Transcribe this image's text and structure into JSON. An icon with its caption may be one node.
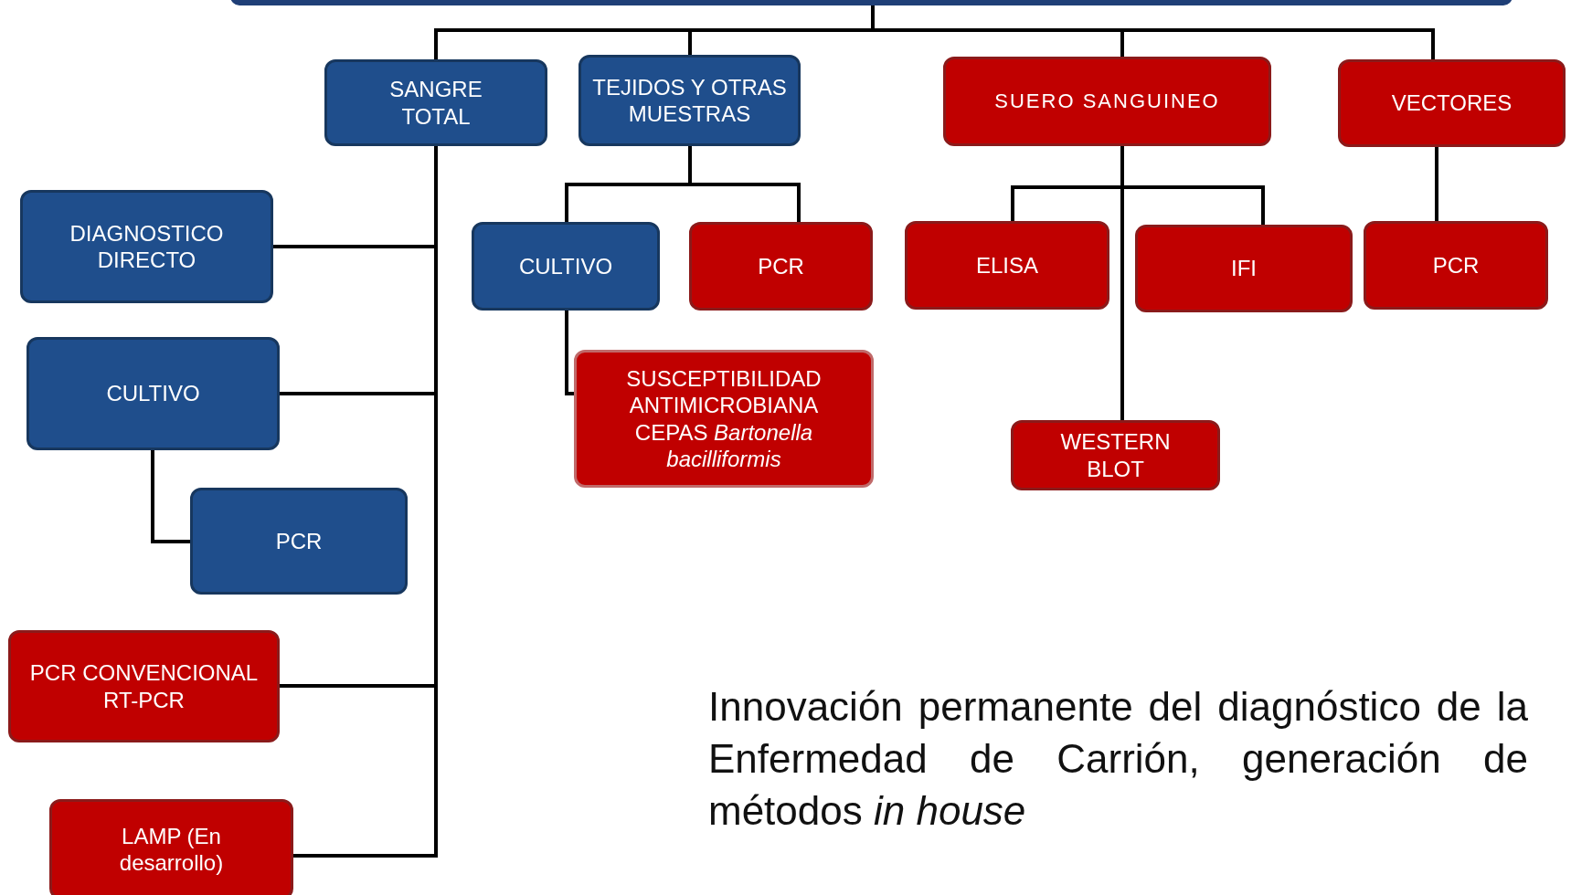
{
  "diagram": {
    "nodes": [
      {
        "text": [],
        "shape": "bar"
      },
      {
        "text": [
          "SANGRE TOTAL"
        ]
      },
      {
        "text": [
          "TEJIDOS Y OTRAS MUESTRAS"
        ]
      },
      {
        "text": [
          "SUERO SANGUINEO"
        ]
      },
      {
        "text": [
          "VECTORES"
        ]
      },
      {
        "text": [
          "DIAGNOSTICO DIRECTO"
        ]
      },
      {
        "text": [
          "CULTIVO"
        ]
      },
      {
        "text": [
          "PCR"
        ]
      },
      {
        "text": [
          "PCR CONVENCIONAL RT-PCR"
        ]
      },
      {
        "text": [
          "LAMP (En desarrollo)"
        ]
      },
      {
        "text": [
          "CULTIVO"
        ]
      },
      {
        "text": [
          "PCR"
        ]
      },
      {
        "text": [
          "SUSCEPTIBILIDAD ANTIMICROBIANA CEPAS *Bartonella bacilliformis*"
        ]
      },
      {
        "text": [
          "ELISA"
        ]
      },
      {
        "text": [
          "IFI"
        ]
      },
      {
        "text": [
          "PCR"
        ]
      },
      {
        "text": [
          "WESTERN BLOT"
        ]
      }
    ],
    "edges": [
      {
        "from": 0,
        "to": 1,
        "arrow": "none"
      },
      {
        "from": 0,
        "to": 2,
        "arrow": "none"
      },
      {
        "from": 0,
        "to": 3,
        "arrow": "none"
      },
      {
        "from": 0,
        "to": 4,
        "arrow": "none"
      },
      {
        "from": 1,
        "to": 5,
        "arrow": "none"
      },
      {
        "from": 1,
        "to": 6,
        "arrow": "none"
      },
      {
        "from": 1,
        "to": 8,
        "arrow": "none"
      },
      {
        "from": 1,
        "to": 9,
        "arrow": "none"
      },
      {
        "from": 6,
        "to": 7,
        "arrow": "none"
      },
      {
        "from": 2,
        "to": 10,
        "arrow": "none"
      },
      {
        "from": 2,
        "to": 11,
        "arrow": "none"
      },
      {
        "from": 10,
        "to": 12,
        "arrow": "none"
      },
      {
        "from": 3,
        "to": 13,
        "arrow": "none"
      },
      {
        "from": 3,
        "to": 14,
        "arrow": "none"
      },
      {
        "from": 3,
        "to": 16,
        "arrow": "none"
      },
      {
        "from": 4,
        "to": 15,
        "arrow": "none"
      }
    ],
    "labels": [
      "Innovación permanente del diagnóstico de la Enfermedad de Carrión, generación de métodos *in house*"
    ]
  }
}
